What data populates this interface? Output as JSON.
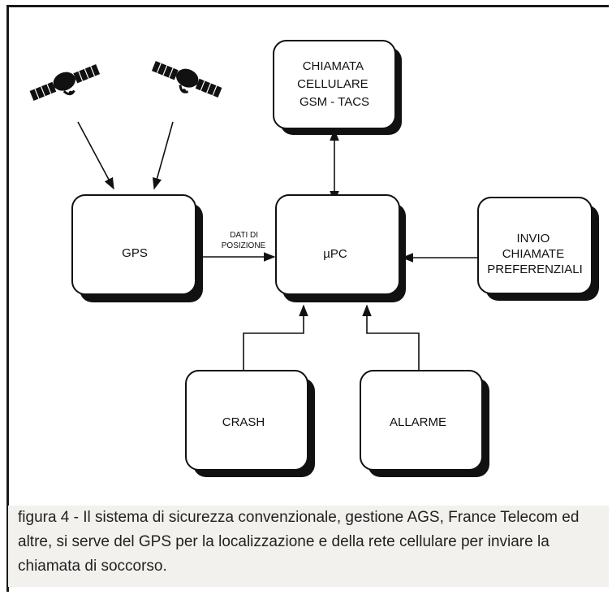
{
  "diagram": {
    "nodes": {
      "gps": "GPS",
      "upc": "µPC",
      "chiamata": [
        "CHIAMATA",
        "CELLULARE",
        "GSM - TACS"
      ],
      "invio": [
        "INVIO",
        "CHIAMATE",
        "PREFERENZIALI"
      ],
      "crash": "CRASH",
      "allarme": "ALLARME"
    },
    "edge_labels": {
      "gps_to_upc": [
        "DATI DI",
        "POSIZIONE"
      ]
    },
    "icons": [
      "satellite-icon",
      "satellite-icon"
    ]
  },
  "caption": "figura 4 - Il sistema di sicurezza convenzionale, gestione AGS, France Telecom ed altre, si serve del GPS per la localizzazione e della rete cellulare per inviare la chiamata di soccorso.",
  "colors": {
    "box_fill": "#ffffff",
    "box_shadow": "#111111",
    "line": "#111111",
    "caption_band": "#f3f1ee"
  }
}
